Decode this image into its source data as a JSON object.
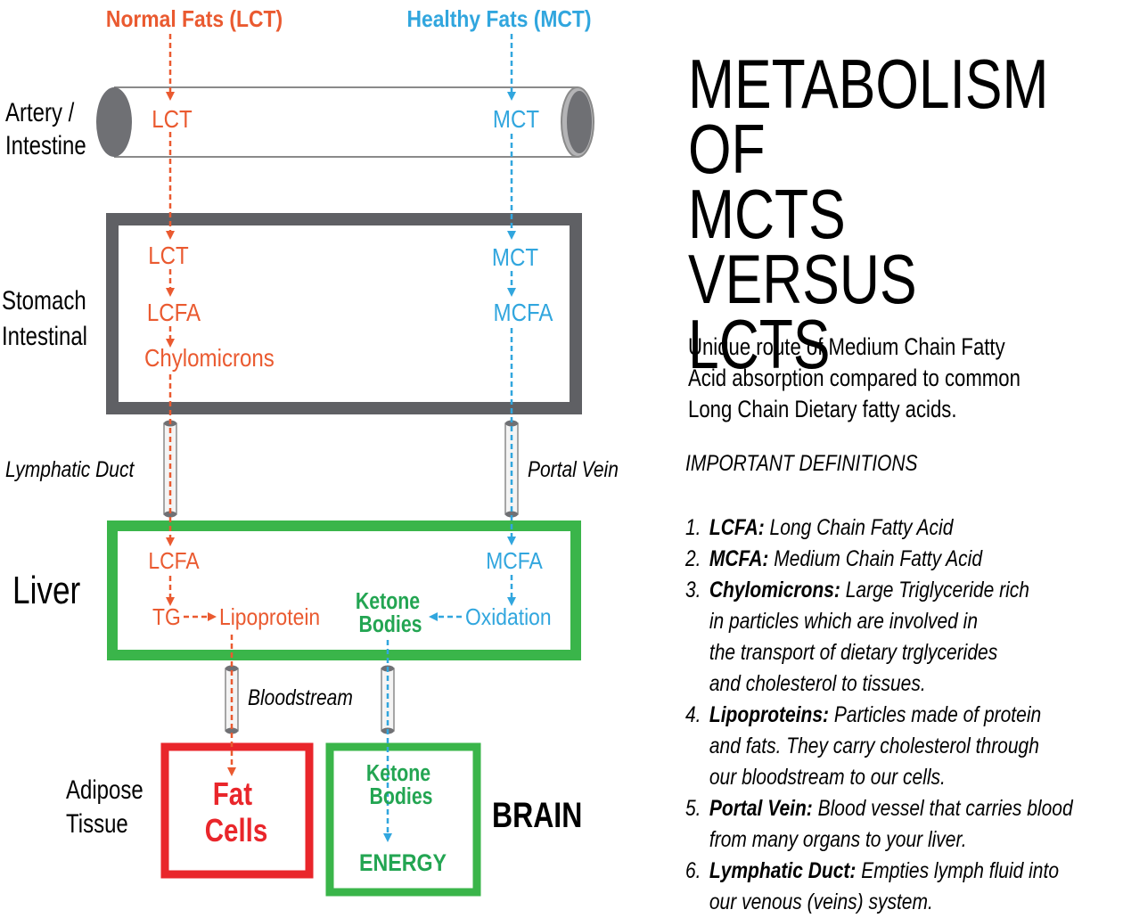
{
  "header": {
    "lct_source": "Normal Fats (LCT)",
    "mct_source": "Healthy Fats (MCT)"
  },
  "colors": {
    "lct": "#ea5a30",
    "mct": "#31a6de",
    "liver": "#3ab54a",
    "stomach": "#5f6064",
    "adipose": "#e9262b",
    "ketone": "#23a552"
  },
  "labels": {
    "artery": [
      "Artery /",
      "Intestine"
    ],
    "stomach": [
      "Stomach",
      "Intestinal"
    ],
    "lymphatic": "Lymphatic Duct",
    "portal": "Portal Vein",
    "liver": "Liver",
    "bloodstream": "Bloodstream",
    "adipose": [
      "Adipose",
      "Tissue"
    ],
    "brain": "BRAIN"
  },
  "artery": {
    "lct": "LCT",
    "mct": "MCT"
  },
  "stomach": {
    "lct": "LCT",
    "lcfa": "LCFA",
    "chylomicrons": "Chylomicrons",
    "mct": "MCT",
    "mcfa": "MCFA"
  },
  "liver": {
    "lcfa": "LCFA",
    "tg": "TG",
    "lipoprotein": "Lipoprotein",
    "mcfa": "MCFA",
    "ketone": [
      "Ketone",
      "Bodies"
    ],
    "oxidation": "Oxidation"
  },
  "adipose_box": {
    "label": [
      "Fat",
      "Cells"
    ]
  },
  "brain_box": {
    "ketone": [
      "Ketone",
      "Bodies"
    ],
    "energy": "ENERGY"
  },
  "title": [
    "METABOLISM OF",
    "MCTS",
    "VERSUS",
    "LCTS"
  ],
  "subtitle": [
    "Unique route of Medium Chain Fatty",
    "Acid absorption compared to common",
    "Long Chain Dietary fatty acids."
  ],
  "definitions": {
    "heading": "IMPORTANT DEFINITIONS",
    "items": [
      {
        "num": "1.",
        "term": "LCFA:",
        "text": [
          " Long Chain Fatty Acid"
        ]
      },
      {
        "num": "2.",
        "term": "MCFA:",
        "text": [
          " Medium Chain Fatty Acid"
        ]
      },
      {
        "num": "3.",
        "term": "Chylomicrons:",
        "text": [
          " Large Triglyceride rich",
          "in particles which are involved in",
          "the transport of dietary trglycerides",
          "and cholesterol to tissues."
        ]
      },
      {
        "num": "4.",
        "term": "Lipoproteins:",
        "text": [
          " Particles made of protein",
          "and fats. They carry cholesterol through",
          "our bloodstream to our cells."
        ]
      },
      {
        "num": "5.",
        "term": "Portal Vein:",
        "text": [
          " Blood vessel that carries blood",
          "from many organs to your liver."
        ]
      },
      {
        "num": "6.",
        "term": "Lymphatic Duct:",
        "text": [
          " Empties lymph fluid into",
          "our venous (veins) system."
        ]
      }
    ]
  }
}
